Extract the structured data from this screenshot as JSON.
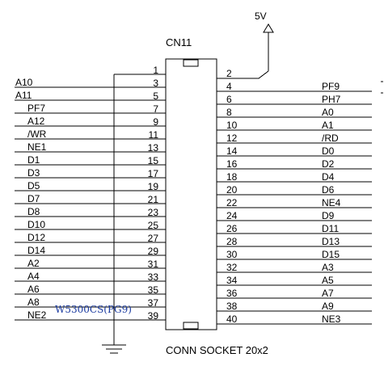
{
  "connector": {
    "ref": "CN11",
    "description": "CONN SOCKET 20x2",
    "power_label": "5V",
    "annotation": "W5300CS(PG9)"
  },
  "rows": [
    {
      "lp": "1",
      "rp": "2",
      "ll": "",
      "rl": ""
    },
    {
      "lp": "3",
      "rp": "4",
      "ll": "A10",
      "rl": "PF9"
    },
    {
      "lp": "5",
      "rp": "6",
      "ll": "A11",
      "rl": "PH7"
    },
    {
      "lp": "7",
      "rp": "8",
      "ll": "PF7",
      "rl": "A0"
    },
    {
      "lp": "9",
      "rp": "10",
      "ll": "A12",
      "rl": "A1"
    },
    {
      "lp": "11",
      "rp": "12",
      "ll": "/WR",
      "rl": "/RD"
    },
    {
      "lp": "13",
      "rp": "14",
      "ll": "NE1",
      "rl": "D0"
    },
    {
      "lp": "15",
      "rp": "16",
      "ll": "D1",
      "rl": "D2"
    },
    {
      "lp": "17",
      "rp": "18",
      "ll": "D3",
      "rl": "D4"
    },
    {
      "lp": "19",
      "rp": "20",
      "ll": "D5",
      "rl": "D6"
    },
    {
      "lp": "21",
      "rp": "22",
      "ll": "D7",
      "rl": "NE4"
    },
    {
      "lp": "23",
      "rp": "24",
      "ll": "D8",
      "rl": "D9"
    },
    {
      "lp": "25",
      "rp": "26",
      "ll": "D10",
      "rl": "D11"
    },
    {
      "lp": "27",
      "rp": "28",
      "ll": "D12",
      "rl": "D13"
    },
    {
      "lp": "29",
      "rp": "30",
      "ll": "D14",
      "rl": "D15"
    },
    {
      "lp": "31",
      "rp": "32",
      "ll": "A2",
      "rl": "A3"
    },
    {
      "lp": "33",
      "rp": "34",
      "ll": "A4",
      "rl": "A5"
    },
    {
      "lp": "35",
      "rp": "36",
      "ll": "A6",
      "rl": "A7"
    },
    {
      "lp": "37",
      "rp": "38",
      "ll": "A8",
      "rl": "A9"
    },
    {
      "lp": "39",
      "rp": "40",
      "ll": "NE2",
      "rl": "NE3"
    }
  ]
}
